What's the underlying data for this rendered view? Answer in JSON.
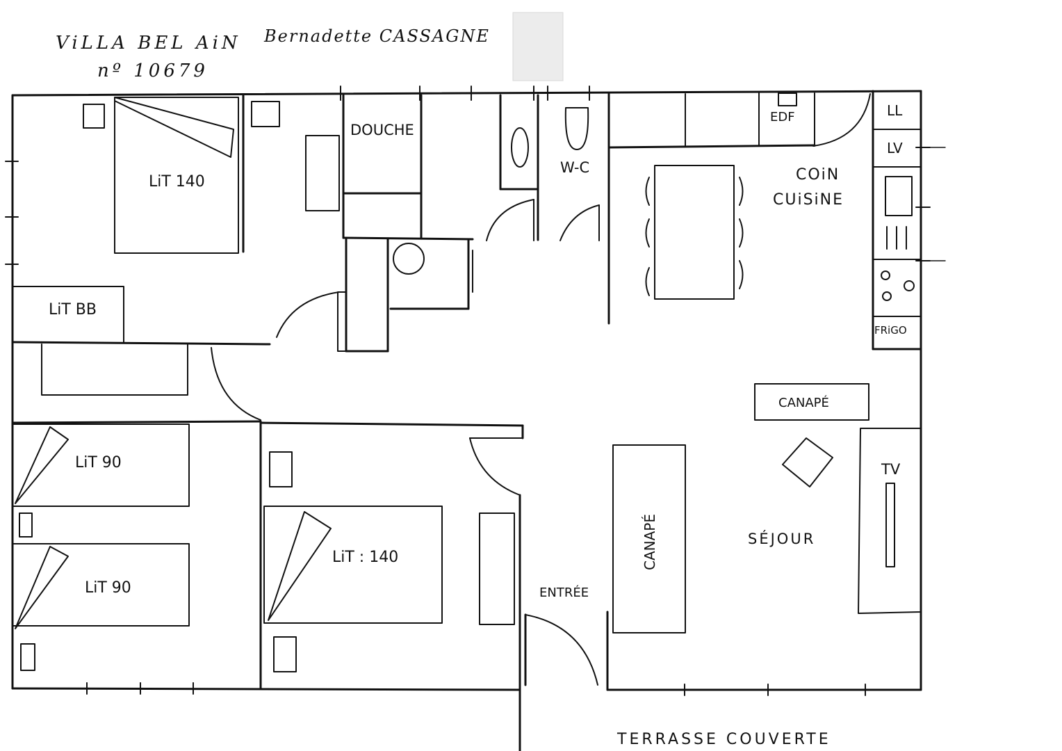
{
  "header": {
    "title": "ViLLA BEL AiN",
    "owner": "Bernadette CASSAGNE",
    "number": "nº 10679"
  },
  "rooms": {
    "douche": "DOUCHE",
    "wc": "W-C",
    "coin": "COiN",
    "cuisine": "CUiSiNE",
    "edf": "EDF",
    "ll": "LL",
    "lv": "LV",
    "frigo": "FRiGO",
    "canape_top": "CANAPÉ",
    "canape_side": "CANAPÉ",
    "tv": "TV",
    "sejour": "SÉJOUR",
    "entree": "ENTRÉE",
    "terrasse": "TERRASSE COUVERTE"
  },
  "beds": {
    "lit_140_top": "LiT 140",
    "lit_bb": "LiT BB",
    "lit_90_a": "LiT 90",
    "lit_90_b": "LiT 90",
    "lit_140_bottom": "LiT : 140"
  }
}
